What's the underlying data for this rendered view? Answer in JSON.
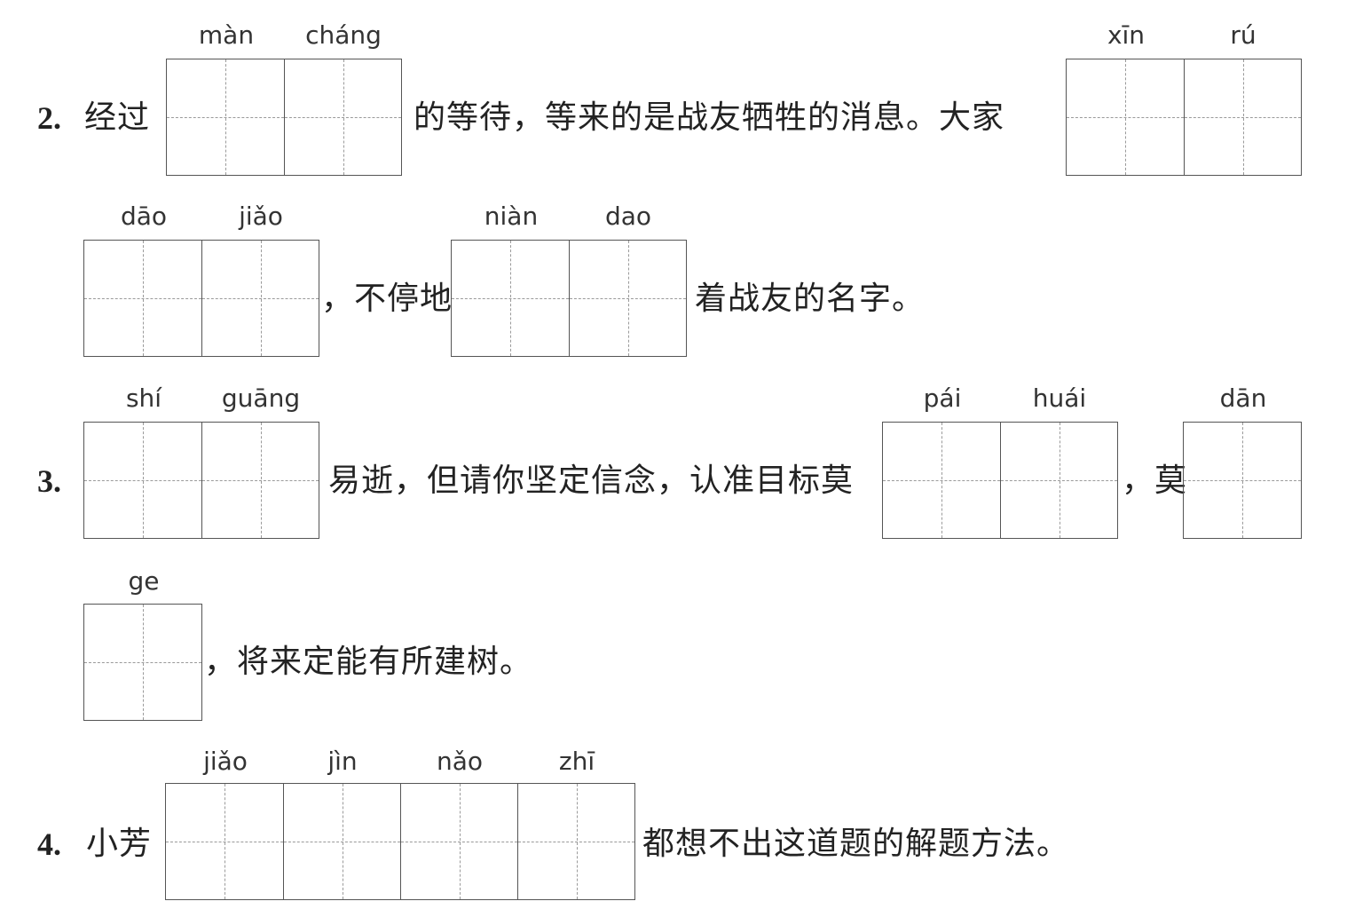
{
  "q2": {
    "number": "2.",
    "prefix": "经过",
    "blank1": [
      "màn",
      "cháng"
    ],
    "middle": "的等待，等来的是战友牺牲的消息。大家",
    "blank2": [
      "xīn",
      "rú"
    ],
    "blank3": [
      "dāo",
      "jiǎo"
    ],
    "text2": "，不停地",
    "blank4": [
      "niàn",
      "dao"
    ],
    "text3": "着战友的名字。"
  },
  "q3": {
    "number": "3.",
    "blank1": [
      "shí",
      "guāng"
    ],
    "text1": "易逝，但请你坚定信念，认准目标莫",
    "blank2": [
      "pái",
      "huái"
    ],
    "text2": "，莫",
    "blank3": [
      "dān"
    ],
    "blank4": [
      "ge"
    ],
    "text3": "，将来定能有所建树。"
  },
  "q4": {
    "number": "4.",
    "prefix": "小芳",
    "blank1": [
      "jiǎo",
      "jìn",
      "nǎo",
      "zhī"
    ],
    "text1": "都想不出这道题的解题方法。"
  }
}
